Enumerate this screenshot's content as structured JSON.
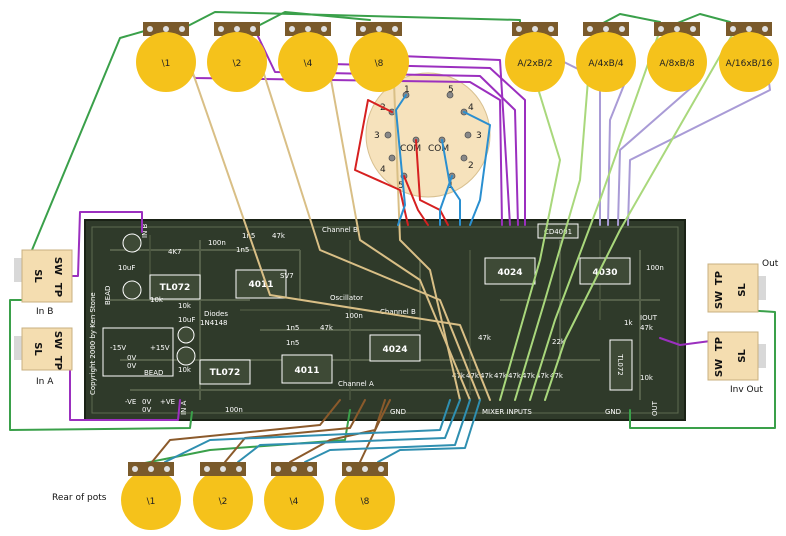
{
  "colors": {
    "pcb": "#2f3a2a",
    "pcb_trace": "#5e6b50",
    "silk": "#ffffff",
    "pot_body": "#f5c21b",
    "pot_tab": "#7a5a2b",
    "jack_body": "#f4ddb0",
    "wire_green": "#3aa04a",
    "wire_purple": "#9b2fbf",
    "wire_tan": "#d9bf86",
    "wire_lavender": "#a99bd6",
    "wire_lightgreen": "#a9d87c",
    "wire_brown": "#8b5a2b",
    "wire_teal": "#2f8fb0",
    "wire_red": "#d62020",
    "wire_blue": "#2a8fd0"
  },
  "top_pots": [
    "\\1",
    "\\2",
    "\\4",
    "\\8",
    "A/2xB/2",
    "A/4xB/4",
    "A/8xB/8",
    "A/16xB/16"
  ],
  "bottom_pots": [
    "\\1",
    "\\2",
    "\\4",
    "\\8"
  ],
  "rear_of_pots": "Rear of pots",
  "switch": {
    "numbers_left": [
      "1",
      "2",
      "3",
      "4",
      "5"
    ],
    "numbers_right": [
      "5",
      "4",
      "3",
      "2",
      "1"
    ],
    "com": "COM",
    "com2": "COM"
  },
  "jacks": {
    "in_b": {
      "label": "In B",
      "sl": "SL",
      "sw": "SW",
      "tp": "TP"
    },
    "in_a": {
      "label": "In A",
      "sl": "SL",
      "sw": "SW",
      "tp": "TP"
    },
    "out": {
      "label": "Out",
      "sl": "SL",
      "sw": "SW",
      "tp": "TP"
    },
    "inv_out": {
      "label": "Inv Out",
      "sl": "SL",
      "sw": "SW",
      "tp": "TP"
    }
  },
  "pcb": {
    "copyright": "Copyright 2000 by Ken Stone",
    "chips": [
      "TL072",
      "TL072",
      "4011",
      "4011",
      "4024",
      "4024",
      "4030",
      "CD4001",
      "TL072"
    ],
    "labels": {
      "channel_a": "Channel A",
      "channel_b": "Channel B",
      "channel_b2": "Channel B",
      "oscillator": "Oscillator",
      "mixer_inputs": "MIXER INPUTS",
      "gnd1": "GND",
      "gnd2": "GND",
      "in_b": "IN B",
      "in_a": "IN A",
      "out": "OUT",
      "iout": "IOUT",
      "diodes": "Diodes",
      "diode_type": "1N4148",
      "bead1": "BEAD",
      "bead2": "BEAD",
      "neg15": "-15V",
      "pos15": "+15V",
      "ov1": "0V",
      "ov2": "0V",
      "neg_ve": "-VE",
      "pos_ve": "+VE",
      "ov3": "0V",
      "ov4": "0V",
      "sv7": "SV7"
    },
    "components": [
      "10uF",
      "4K7",
      "100n",
      "1n5",
      "47k",
      "10k",
      "10uF",
      "1n5",
      "47k",
      "100n",
      "47k",
      "22k",
      "10k",
      "1k",
      "47k",
      "100n",
      "100n",
      "47k",
      "47k",
      "47k",
      "47k",
      "47k",
      "47k",
      "47k",
      "47k",
      "1n5",
      "1n5",
      "10k",
      "10k"
    ]
  }
}
